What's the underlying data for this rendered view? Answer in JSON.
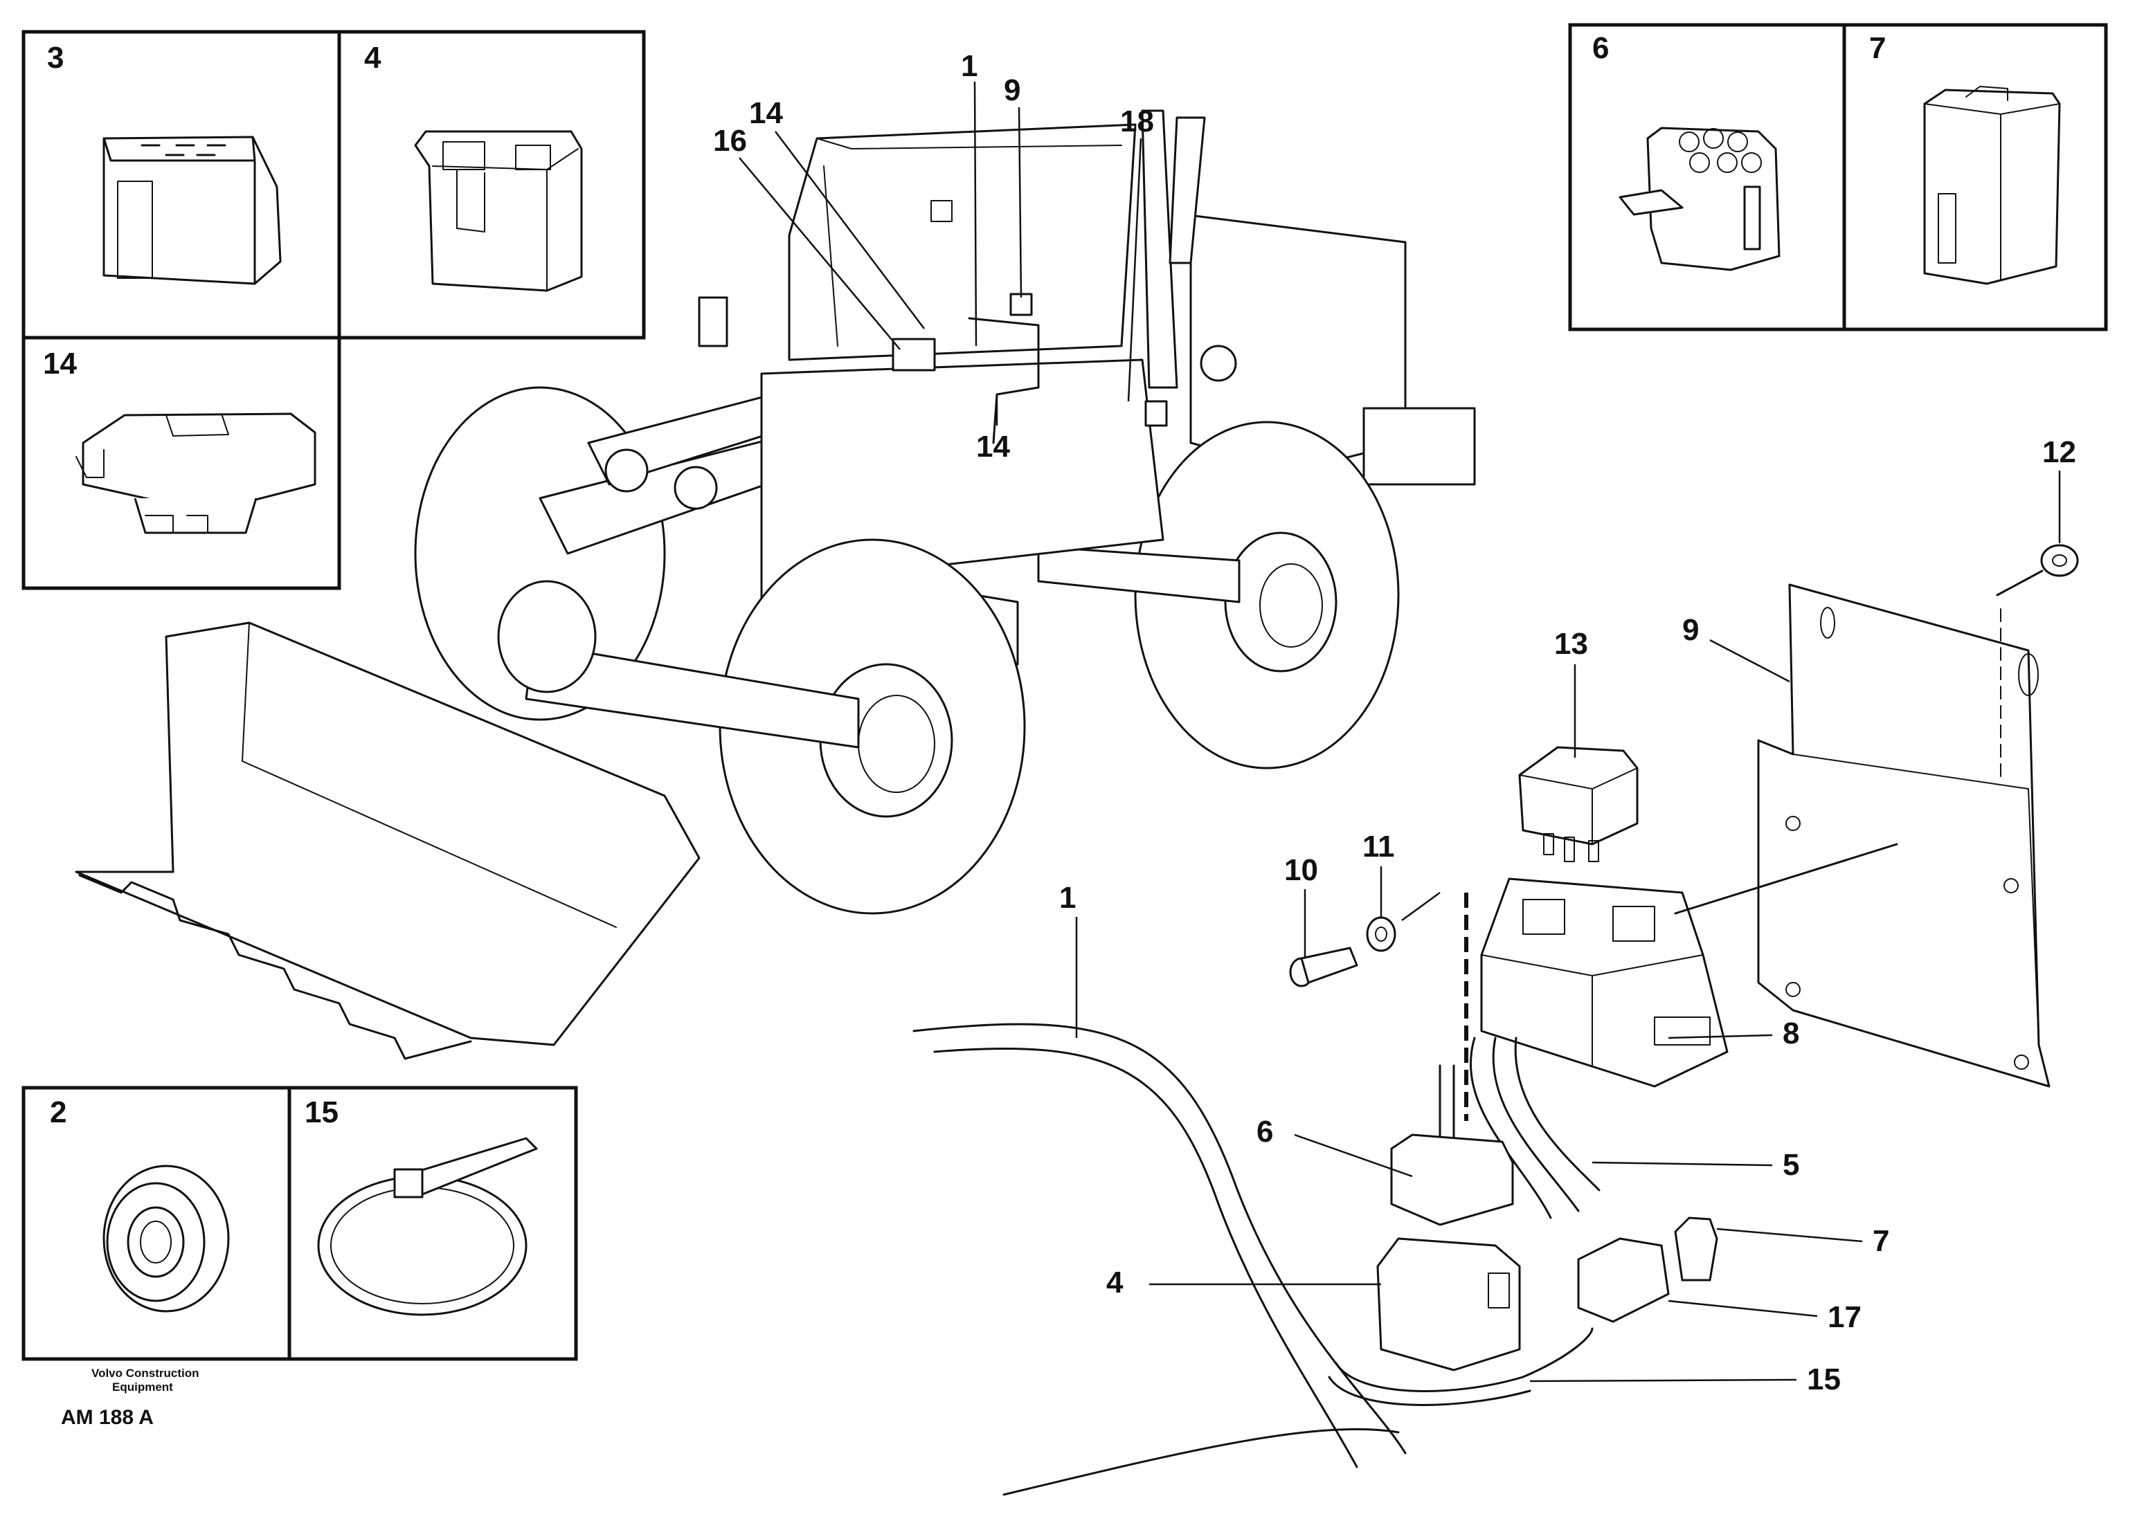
{
  "callouts": {
    "inset_3": "3",
    "inset_4": "4",
    "inset_14": "14",
    "inset_6": "6",
    "inset_7": "7",
    "inset_2": "2",
    "inset_15": "15",
    "machine_1": "1",
    "machine_9": "9",
    "machine_14a": "14",
    "machine_16": "16",
    "machine_18": "18",
    "machine_14b": "14",
    "part_12": "12",
    "part_13": "13",
    "part_9": "9",
    "part_10": "10",
    "part_11": "11",
    "part_1": "1",
    "part_8": "8",
    "part_6": "6",
    "part_5": "5",
    "part_4": "4",
    "part_7": "7",
    "part_17": "17",
    "part_15": "15"
  },
  "footer": {
    "company_line1": "Volvo Construction",
    "company_line2": "Equipment",
    "drawing_code": "AM 188 A"
  }
}
